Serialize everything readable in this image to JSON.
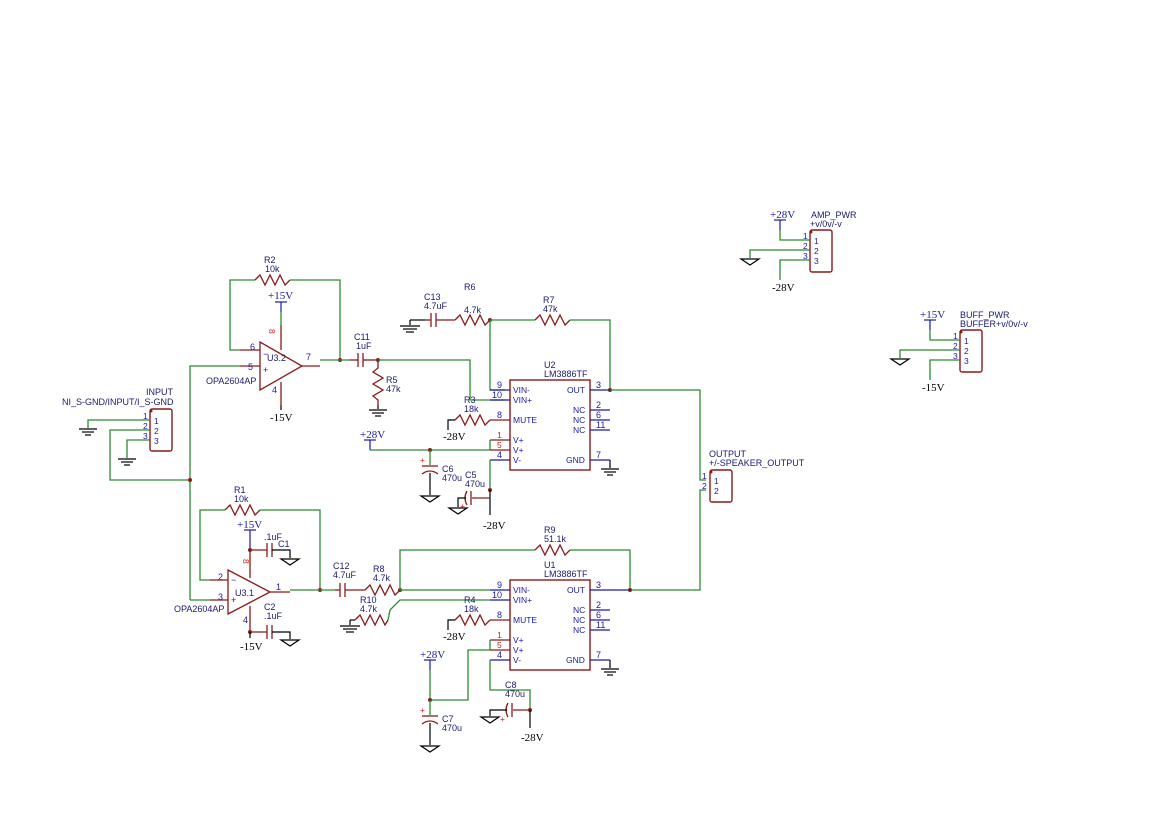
{
  "connectors": {
    "input": {
      "ref": "INPUT",
      "value": "NI_S-GND/INPUT/I_S-GND",
      "pins": [
        "1",
        "2",
        "3"
      ]
    },
    "output": {
      "ref": "OUTPUT",
      "value": "+/-SPEAKER_OUTPUT",
      "pins": [
        "1",
        "2"
      ]
    },
    "amp_pwr": {
      "ref": "AMP_PWR",
      "value": "+v/0v/-v",
      "pins": [
        "1",
        "2",
        "3"
      ]
    },
    "buff_pwr": {
      "ref": "BUFF_PWR",
      "value": "BUFFER+v/0v/-v",
      "pins": [
        "1",
        "2",
        "3"
      ]
    }
  },
  "resistors": {
    "R1": {
      "ref": "R1",
      "value": "10k"
    },
    "R2": {
      "ref": "R2",
      "value": "10k"
    },
    "R3": {
      "ref": "R3",
      "value": "18k"
    },
    "R4": {
      "ref": "R4",
      "value": "18k"
    },
    "R5": {
      "ref": "R5",
      "value": "47k"
    },
    "R6": {
      "ref": "R6",
      "value": "4.7k"
    },
    "R7": {
      "ref": "R7",
      "value": "47k"
    },
    "R8": {
      "ref": "R8",
      "value": "4.7k"
    },
    "R9": {
      "ref": "R9",
      "value": "51.1k"
    },
    "R10": {
      "ref": "R10",
      "value": "4.7k"
    }
  },
  "capacitors": {
    "C1": {
      "ref": "C1",
      "value": ".1uF"
    },
    "C2": {
      "ref": "C2",
      "value": ".1uF"
    },
    "C5": {
      "ref": "C5",
      "value": "470u"
    },
    "C6": {
      "ref": "C6",
      "value": "470u"
    },
    "C7": {
      "ref": "C7",
      "value": "470u"
    },
    "C8": {
      "ref": "C8",
      "value": "470u"
    },
    "C11": {
      "ref": "C11",
      "value": "1uF"
    },
    "C12": {
      "ref": "C12",
      "value": "4.7uF"
    },
    "C13": {
      "ref": "C13",
      "value": "4.7uF"
    }
  },
  "opamps": {
    "U3_2": {
      "ref": "U3.2",
      "value": "OPA2604AP",
      "pins": {
        "inv": "6",
        "noninv": "5",
        "out": "7",
        "vp": "8",
        "vn": "4"
      }
    },
    "U3_1": {
      "ref": "U3.1",
      "value": "OPA2604AP",
      "pins": {
        "inv": "2",
        "noninv": "3",
        "out": "1",
        "vp": "8",
        "vn": "4"
      }
    }
  },
  "amps": {
    "U2": {
      "ref": "U2",
      "value": "LM3886TF"
    },
    "U1": {
      "ref": "U1",
      "value": "LM3886TF"
    },
    "pin_names": {
      "vin_minus": "VIN-",
      "vin_plus": "VIN+",
      "mute": "MUTE",
      "vplus": "V+",
      "vminus": "V-",
      "out": "OUT",
      "nc": "NC",
      "gnd": "GND"
    },
    "pin_numbers": {
      "vin_minus": "9",
      "vin_plus": "10",
      "mute": "8",
      "vplus1": "1",
      "vplus2": "5",
      "vminus": "4",
      "out": "3",
      "nc1": "2",
      "nc2": "6",
      "nc3": "11",
      "gnd": "7"
    }
  },
  "rails": {
    "p15": "+15V",
    "m15": "-15V",
    "p28": "+28V",
    "m28": "-28V"
  },
  "polarity": {
    "plus": "+"
  }
}
